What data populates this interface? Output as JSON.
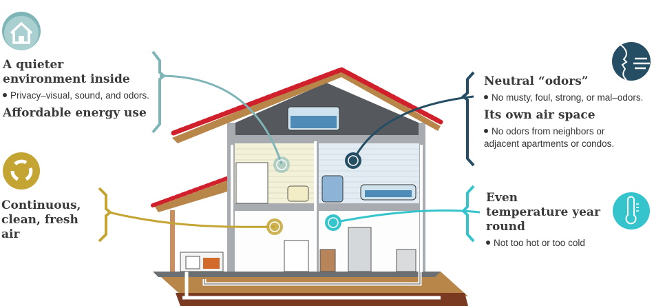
{
  "colors": {
    "teal_light": "#7fb5b7",
    "navy": "#254d63",
    "gold": "#c4a534",
    "cyan": "#35c4cc",
    "roof_red": "#d0202c",
    "attic_dark": "#55585c",
    "wall_gray": "#a8acb0",
    "ground_brown": "#b88649"
  },
  "left_top": {
    "icon": "house-icon",
    "title1": "A quieter environment inside",
    "bullet1": "Privacy–visual, sound, and odors.",
    "title2": "Affordable energy use"
  },
  "left_bottom": {
    "icon": "recycle-arrows-icon",
    "title": "Continuous, clean, fresh air"
  },
  "right_top": {
    "icon": "face-breathing-air-icon",
    "title1": "Neutral “odors”",
    "bullet1": "No musty, foul, strong, or mal–odors.",
    "title2": "Its own air space",
    "bullet2": "No odors from neighbors or adjacent apartments or condos."
  },
  "right_bottom": {
    "icon": "thermometer-icon",
    "title": "Even temperature year round",
    "bullet": "Not too hot or too cold"
  }
}
